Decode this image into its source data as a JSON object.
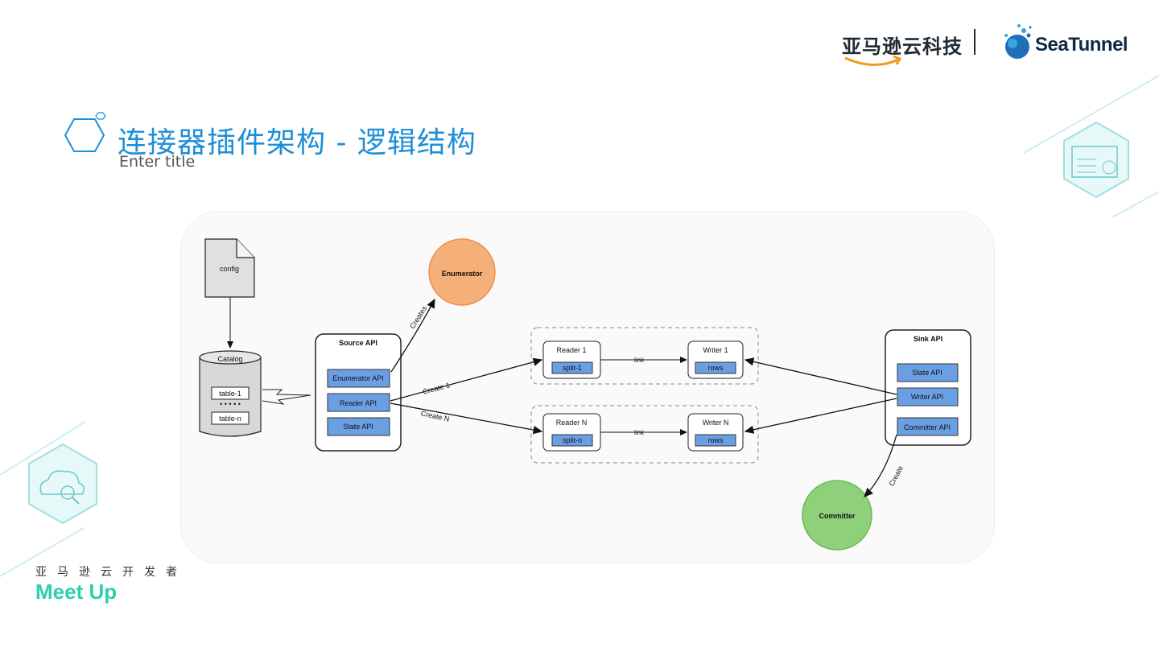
{
  "header": {
    "brand_aws": "亚马逊云科技",
    "brand_seatunnel": "SeaTunnel"
  },
  "title": "连接器插件架构 - 逻辑结构",
  "subtitle": "Enter title",
  "footer": {
    "line1": "亚马逊云开发者",
    "line2": "Meet Up"
  },
  "colors": {
    "title": "#1e8fd6",
    "api_box": "#6b9fe4",
    "enumerator": "#f5b07a",
    "committer": "#8fd07a",
    "meetup": "#2dd0a8"
  },
  "diagram": {
    "config": "config",
    "catalog": {
      "label": "Catalog",
      "tables": [
        "table-1",
        "table-n"
      ],
      "ellipsis": "• • • • •"
    },
    "source_api": {
      "title": "Source   API",
      "items": [
        "Enumerator API",
        "Reader API",
        "State API"
      ]
    },
    "enumerator": "Enumerator",
    "committer": "Committer",
    "sink_api": {
      "title": "Sink   API",
      "items": [
        "State API",
        "Writer API",
        "Committer API"
      ]
    },
    "pipelines": [
      {
        "reader": "Reader 1",
        "split": "split-1",
        "link": "link",
        "writer": "Writer 1",
        "rows": "rows"
      },
      {
        "reader": "Reader N",
        "split": "split-n",
        "link": "link",
        "writer": "Writer N",
        "rows": "rows"
      }
    ],
    "edge_labels": {
      "creates": "Creates",
      "create_1": "Create 1",
      "create_n": "Create N",
      "create": "Create"
    }
  }
}
